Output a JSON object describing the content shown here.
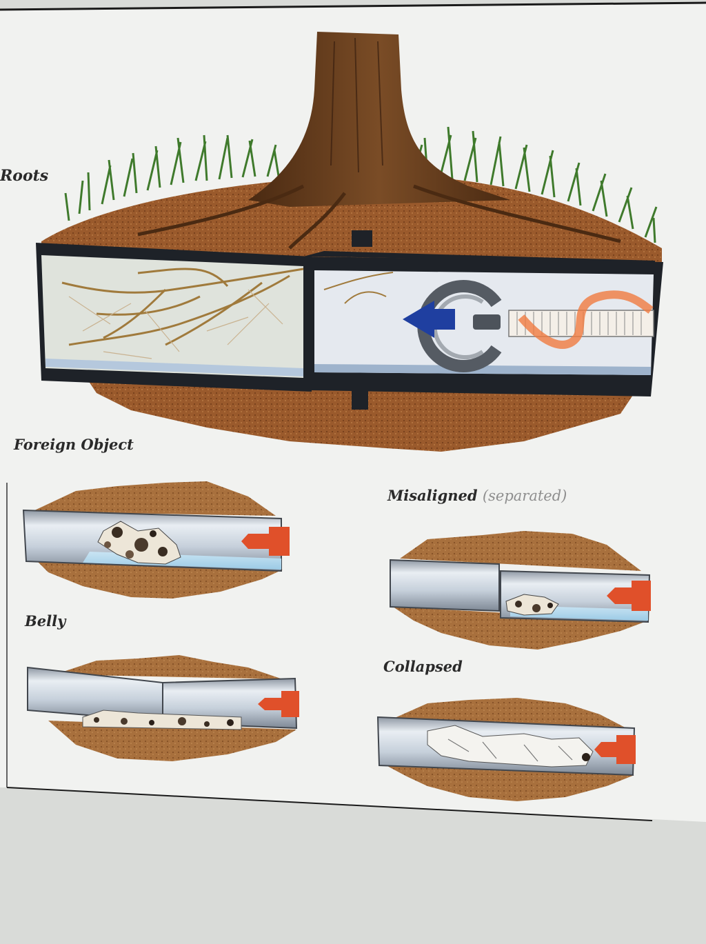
{
  "labels": {
    "roots": "Roots",
    "foreign_object": "Foreign Object",
    "misaligned": "Misaligned",
    "misaligned_note": "(separated)",
    "belly": "Belly",
    "collapsed": "Collapsed"
  },
  "colors": {
    "soil": "#8a4a22",
    "soil_light": "#a86a3a",
    "pipe": "#c8d0da",
    "pipe_dark": "#2b2f36",
    "grass": "#3f7a2c",
    "trunk": "#5a3418",
    "arrow_red": "#e0502a",
    "arrow_blue": "#1f3fa0",
    "paper": "#f1f2f0"
  }
}
